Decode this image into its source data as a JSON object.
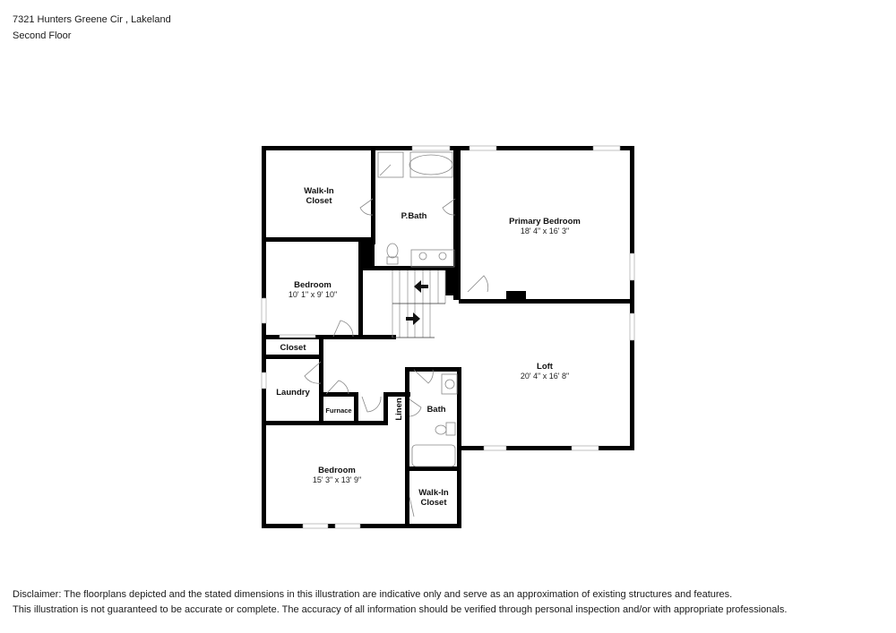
{
  "header": {
    "address": "7321 Hunters Greene Cir , Lakeland",
    "floor": "Second Floor"
  },
  "rooms": {
    "walkin_closet_nw": {
      "name_line1": "Walk-In",
      "name_line2": "Closet"
    },
    "primary_bath": {
      "name": "P.Bath"
    },
    "primary_bedroom": {
      "name": "Primary Bedroom",
      "dimensions": "18' 4\" x 16' 3\""
    },
    "bedroom_2": {
      "name": "Bedroom",
      "dimensions": "10' 1\" x 9' 10\""
    },
    "closet": {
      "name": "Closet"
    },
    "laundry": {
      "name": "Laundry"
    },
    "furnace": {
      "name": "Furnace"
    },
    "linen": {
      "name": "Linen"
    },
    "bath": {
      "name": "Bath"
    },
    "loft": {
      "name": "Loft",
      "dimensions": "20' 4\" x 16' 8\""
    },
    "bedroom_3": {
      "name": "Bedroom",
      "dimensions": "15' 3\" x 13' 9\""
    },
    "walkin_closet_se": {
      "name_line1": "Walk-In",
      "name_line2": "Closet"
    }
  },
  "disclaimer": {
    "line1": "Disclaimer: The floorplans depicted and the stated dimensions in this illustration are indicative only and serve as an approximation of existing structures and features.",
    "line2": "This illustration is not guaranteed to be accurate or complete. The accuracy of all information should be verified through personal inspection and/or with appropriate professionals."
  },
  "colors": {
    "wall": "#000000",
    "fixture": "#888888",
    "background": "#ffffff"
  }
}
